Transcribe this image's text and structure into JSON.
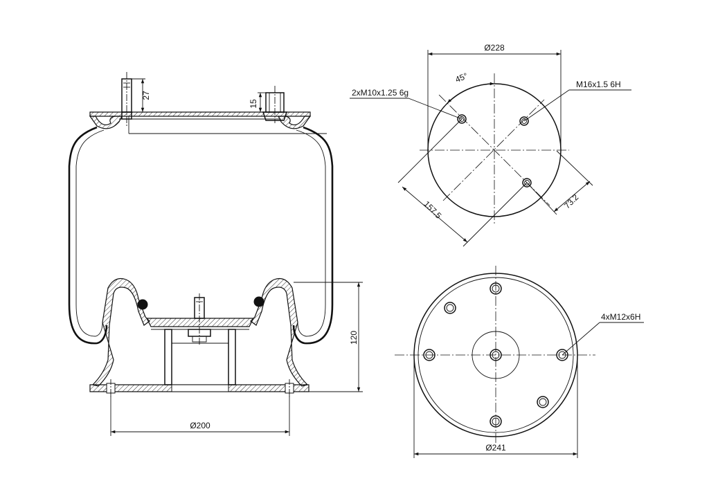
{
  "side_view": {
    "dim_stud_height": "27",
    "dim_fitting_height": "15",
    "dim_piston_height": "120",
    "dim_base_diameter": "Ø200"
  },
  "top_view": {
    "dim_plate_diameter": "Ø228",
    "dim_angle": "45°",
    "label_stud_thread": "2xM10x1.25 6g",
    "label_port_thread": "M16x1.5 6H",
    "dim_stud_spacing": "157.5",
    "dim_offset": "73.2"
  },
  "bottom_view": {
    "dim_piston_diameter": "Ø241",
    "label_bolt_thread": "4xM12x6H"
  }
}
